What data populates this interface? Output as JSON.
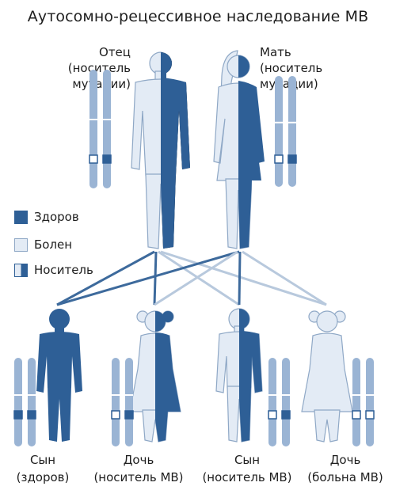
{
  "title": "Аутосомно-рецессивное наследование МВ",
  "colors": {
    "healthy": "#2e5f96",
    "affected": "#e3ebf5",
    "outline": "#8fa8c6",
    "chromosome": "#9ab4d4",
    "line_dark": "#3d6a9c",
    "line_light": "#b8c9dd"
  },
  "parents": {
    "father": {
      "label_lines": [
        "Отец",
        "(носитель",
        "мутации)"
      ],
      "icon": "man-silhouette-half"
    },
    "mother": {
      "label_lines": [
        "Мать",
        "(носитель",
        "мутации)"
      ],
      "icon": "woman-silhouette-half"
    }
  },
  "legend": [
    {
      "label": "Здоров",
      "swatch": "dark"
    },
    {
      "label": "Болен",
      "swatch": "light"
    },
    {
      "label": "Носитель",
      "swatch": "half"
    }
  ],
  "children": [
    {
      "label_lines": [
        "Сын",
        "(здоров)"
      ],
      "status": "healthy",
      "icon": "boy-silhouette"
    },
    {
      "label_lines": [
        "Дочь",
        "(носитель МВ)"
      ],
      "status": "carrier",
      "icon": "girl-silhouette"
    },
    {
      "label_lines": [
        "Сын",
        "(носитель МВ)"
      ],
      "status": "carrier",
      "icon": "boy-silhouette"
    },
    {
      "label_lines": [
        "Дочь",
        "(больна МВ)"
      ],
      "status": "affected",
      "icon": "girl-silhouette"
    }
  ]
}
